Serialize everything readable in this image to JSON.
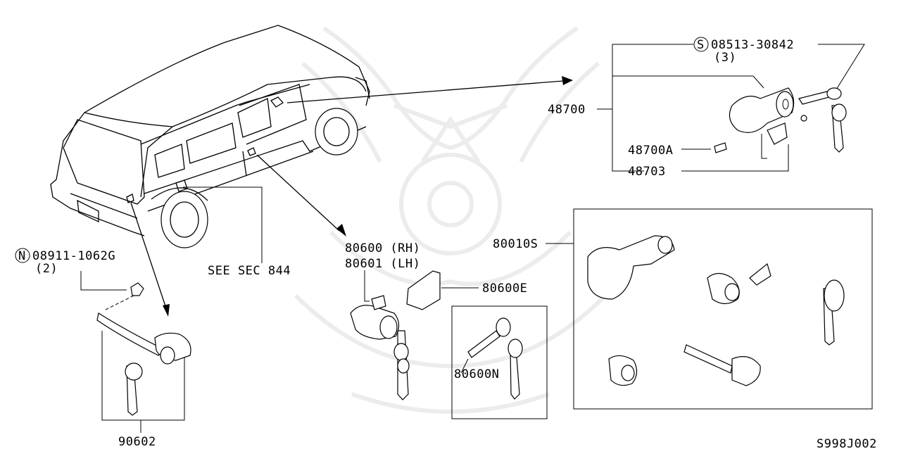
{
  "labels": {
    "screw_part": "08513-30842",
    "screw_qty": "(3)",
    "screw_badge": "S",
    "nut_part": "08911-1062G",
    "nut_qty": "(2)",
    "nut_badge": "N",
    "ignition_set": "48700",
    "ignition_screw": "48700A",
    "ignition_switch": "48703",
    "door_lock_rh": "80600 (RH)",
    "door_lock_lh": "80601 (LH)",
    "door_lock_retainer": "80600E",
    "door_key": "80600N",
    "key_set": "80010S",
    "see_sec": "SEE SEC 844",
    "back_door_lock": "90602",
    "diagram_code": "S998J002"
  }
}
